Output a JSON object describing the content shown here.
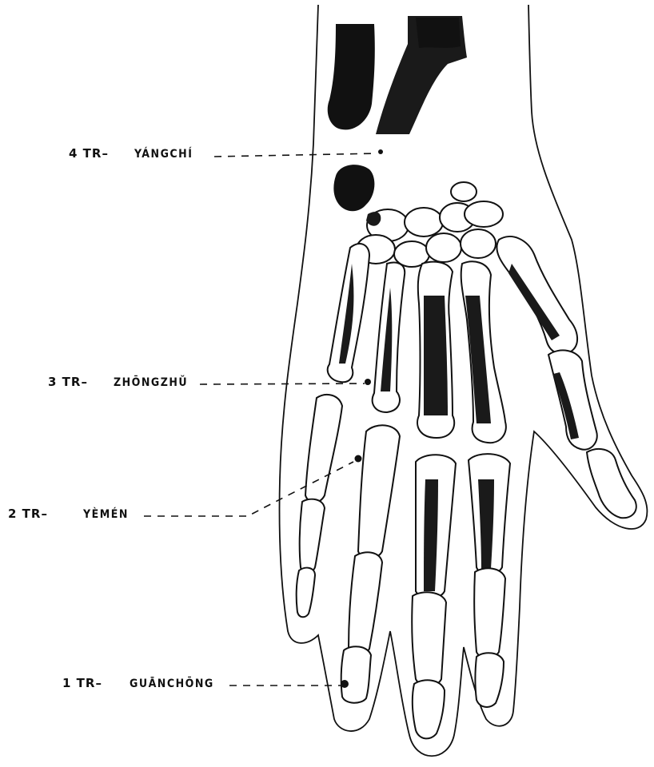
{
  "points": [
    {
      "code": "4 TR–",
      "name": "YÁNGCHÍ"
    },
    {
      "code": "3 TR–",
      "name": "ZHŌNGZHǓ"
    },
    {
      "code": "2 TR–",
      "name": "YÈMÉN"
    },
    {
      "code": "1 TR–",
      "name": "GUĀNCHŌNG"
    }
  ]
}
